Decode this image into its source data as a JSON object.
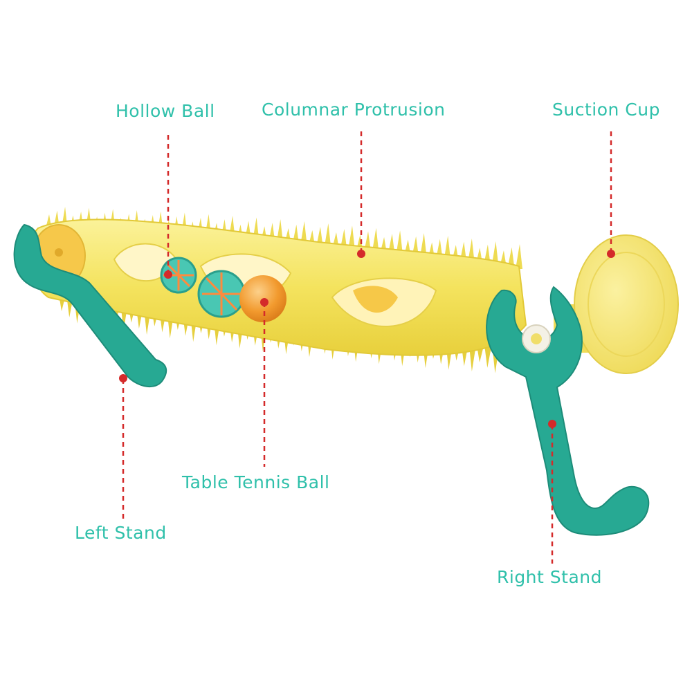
{
  "colors": {
    "label_text": "#2fc0aa",
    "leader_line": "#d42a2a",
    "body_yellow": "#f6e66a",
    "body_light": "#fbf2a0",
    "stand_teal": "#27a993",
    "ball_orange": "#f29a2e",
    "hollow_ball_teal": "#3fc1ad"
  },
  "labels": {
    "hollow_ball": "Hollow Ball",
    "columnar_protrusion": "Columnar Protrusion",
    "suction_cup": "Suction Cup",
    "table_tennis_ball": "Table Tennis Ball",
    "left_stand": "Left Stand",
    "right_stand": "Right Stand"
  }
}
